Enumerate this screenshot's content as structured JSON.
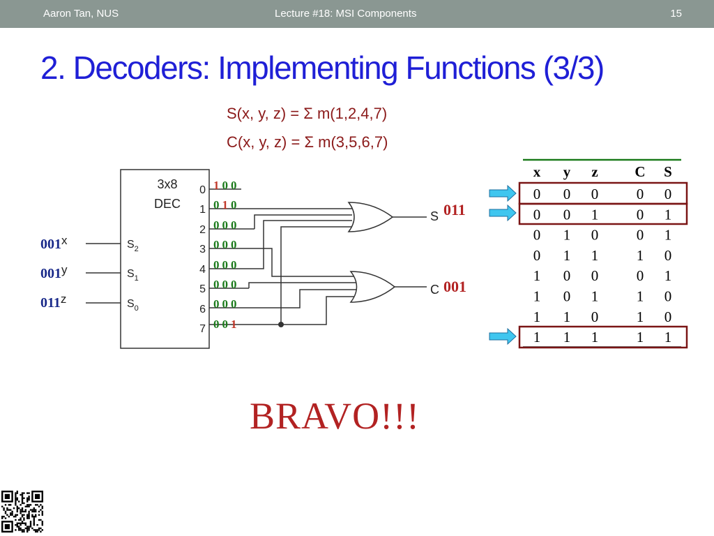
{
  "header": {
    "author": "Aaron Tan, NUS",
    "lecture": "Lecture #18: MSI Components",
    "page_number": "15"
  },
  "title": "2. Decoders: Implementing Functions (3/3)",
  "equations": {
    "s": {
      "lhs": "S(x, y, z) = ",
      "sigma": "Σ",
      "rhs": " m(1,2,4,7)"
    },
    "c": {
      "lhs": "C(x, y, z) = ",
      "sigma": "Σ",
      "rhs": " m(3,5,6,7)"
    }
  },
  "decoder": {
    "name_line1": "3x8",
    "name_line2": "DEC",
    "selects": [
      {
        "label": "S",
        "sub": "2"
      },
      {
        "label": "S",
        "sub": "1"
      },
      {
        "label": "S",
        "sub": "0"
      }
    ],
    "outputs": [
      "0",
      "1",
      "2",
      "3",
      "4",
      "5",
      "6",
      "7"
    ]
  },
  "inputs": [
    {
      "name": "x",
      "seq": [
        "0",
        "0",
        "1"
      ]
    },
    {
      "name": "y",
      "seq": [
        "0",
        "0",
        "1"
      ]
    },
    {
      "name": "z",
      "seq": [
        "0",
        "1",
        "1"
      ]
    }
  ],
  "output_values": [
    [
      "1",
      "0",
      "0"
    ],
    [
      "0",
      "1",
      "0"
    ],
    [
      "0",
      "0",
      "0"
    ],
    [
      "0",
      "0",
      "0"
    ],
    [
      "0",
      "0",
      "0"
    ],
    [
      "0",
      "0",
      "0"
    ],
    [
      "0",
      "0",
      "0"
    ],
    [
      "0",
      "0",
      "1"
    ]
  ],
  "gate_outputs": {
    "s": {
      "label": "S",
      "value": "011"
    },
    "c": {
      "label": "C",
      "value": "001"
    }
  },
  "truth_table": {
    "headers": [
      "x",
      "y",
      "z",
      "C",
      "S"
    ],
    "rows": [
      [
        "0",
        "0",
        "0",
        "0",
        "0"
      ],
      [
        "0",
        "0",
        "1",
        "0",
        "1"
      ],
      [
        "0",
        "1",
        "0",
        "0",
        "1"
      ],
      [
        "0",
        "1",
        "1",
        "1",
        "0"
      ],
      [
        "1",
        "0",
        "0",
        "0",
        "1"
      ],
      [
        "1",
        "0",
        "1",
        "1",
        "0"
      ],
      [
        "1",
        "1",
        "0",
        "1",
        "0"
      ],
      [
        "1",
        "1",
        "1",
        "1",
        "1"
      ]
    ]
  },
  "highlighted_rows": [
    0,
    1,
    7
  ],
  "bravo": "BRAVO!!!",
  "colors": {
    "header_bar": "#8a9792",
    "title": "#1f1fd6",
    "equation": "#8b1a1a",
    "trace_green": "#1a7a1a",
    "trace_red": "#c0392b",
    "input_values": "#1a2a8a",
    "gate_values": "#b22222",
    "highlight_box": "#7a1515",
    "arrow_fill": "#3fc6ef"
  }
}
